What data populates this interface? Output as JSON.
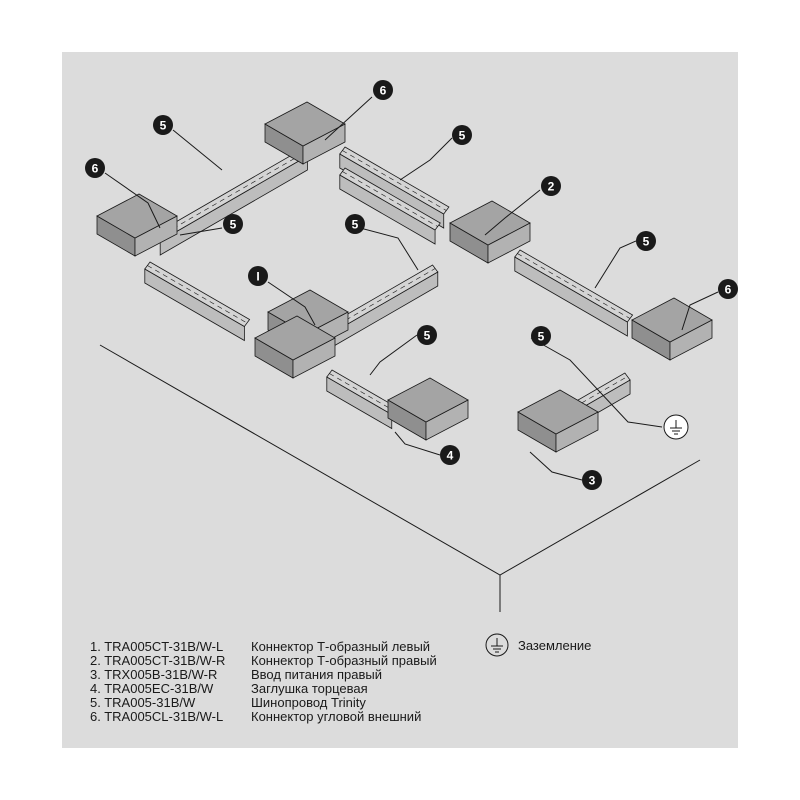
{
  "colors": {
    "panel": "#dcdcdc",
    "track_fill": "#d4d4d4",
    "connector_fill": "#a4a4a4",
    "line": "#1a1a1a",
    "badge_fill": "#1a1a1a",
    "badge_text": "#ffffff"
  },
  "callouts": [
    {
      "text": "6"
    },
    {
      "text": "5"
    },
    {
      "text": "6"
    },
    {
      "text": "5"
    },
    {
      "text": "5"
    },
    {
      "text": "I"
    },
    {
      "text": "5"
    },
    {
      "text": "2"
    },
    {
      "text": "5"
    },
    {
      "text": "6"
    },
    {
      "text": "5"
    },
    {
      "text": "5"
    },
    {
      "text": "4"
    },
    {
      "text": "3"
    }
  ],
  "legend": [
    {
      "code": "1. TRA005CT-31B/W-L",
      "name": "Коннектор Т-образный левый"
    },
    {
      "code": "2. TRA005CT-31B/W-R",
      "name": "Коннектор Т-образный правый"
    },
    {
      "code": "3. TRX005B-31B/W-R",
      "name": "Ввод питания правый"
    },
    {
      "code": "4. TRA005EC-31B/W",
      "name": "Заглушка торцевая"
    },
    {
      "code": "5. TRA005-31B/W",
      "name": "Шинопровод Trinity"
    },
    {
      "code": "6. TRA005CL-31B/W-L",
      "name": "Коннектор угловой внешний"
    }
  ],
  "ground": {
    "icon": "ground-icon",
    "label": "Заземление"
  }
}
